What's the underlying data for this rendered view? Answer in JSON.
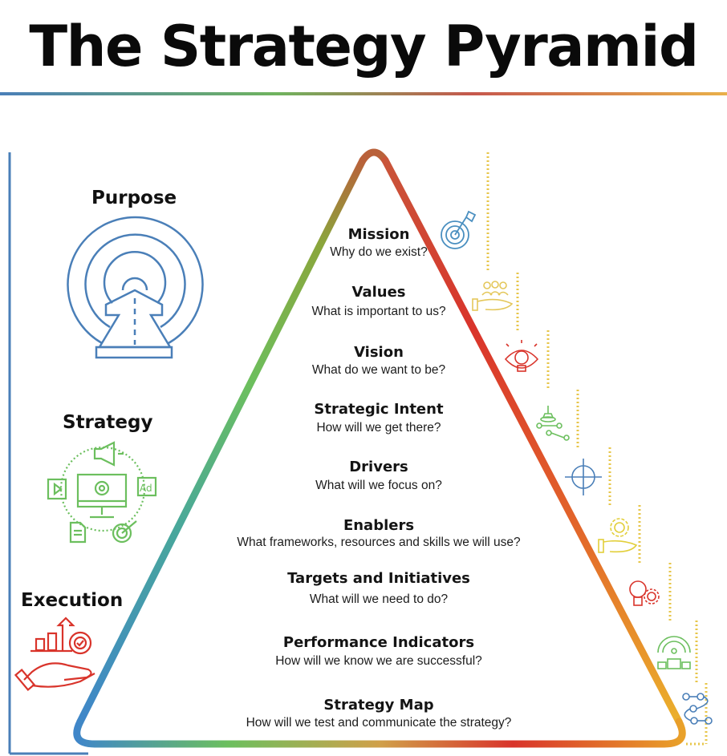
{
  "title": "The Strategy Pyramid",
  "colors": {
    "blue": "#4a7fb8",
    "green": "#6cbf5e",
    "red": "#d9342b",
    "orange": "#e9862a",
    "yellow": "#e7b93c",
    "text": "#111111"
  },
  "sections": [
    {
      "label": "Purpose",
      "icon": "road-to-target-icon",
      "color": "#4a7fb8"
    },
    {
      "label": "Strategy",
      "icon": "marketing-cycle-icon",
      "color": "#6cbf5e"
    },
    {
      "label": "Execution",
      "icon": "growth-in-hand-icon",
      "color": "#d9342b"
    }
  ],
  "layers": [
    {
      "title": "Mission",
      "question": "Why  do we exist?",
      "icon": "target-flag-icon"
    },
    {
      "title": "Values",
      "question": "What is important to us?",
      "icon": "team-in-hand-icon"
    },
    {
      "title": "Vision",
      "question": "What do we want to be?",
      "icon": "eye-lightbulb-icon"
    },
    {
      "title": "Strategic Intent",
      "question": "How will we get there?",
      "icon": "chess-network-icon"
    },
    {
      "title": "Drivers",
      "question": "What will we focus on?",
      "icon": "crosshair-icon"
    },
    {
      "title": "Enablers",
      "question": "What frameworks, resources and skills we will use?",
      "icon": "money-gear-hand-icon"
    },
    {
      "title": "Targets and Initiatives",
      "question": "What will we need to do?",
      "icon": "idea-money-gear-icon"
    },
    {
      "title": "Performance Indicators",
      "question": "How will we know we are successful?",
      "icon": "gauge-podium-icon"
    },
    {
      "title": "Strategy Map",
      "question": "How will we test and communicate the strategy?",
      "icon": "roadmap-path-icon"
    }
  ]
}
